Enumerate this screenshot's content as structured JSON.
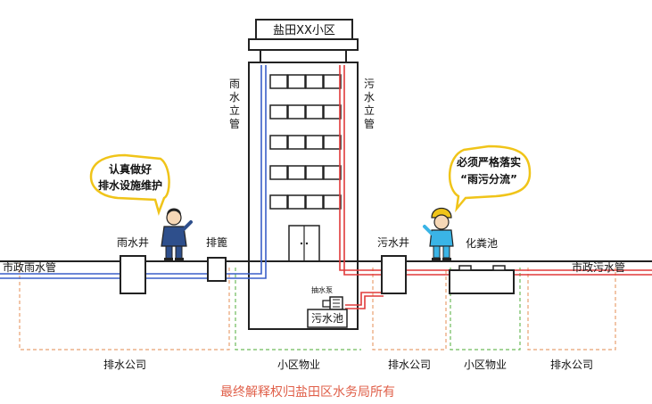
{
  "building": {
    "name": "盐田XX小区",
    "rain_riser_label": "雨水立管",
    "sewage_riser_label": "污水立管"
  },
  "facilities": {
    "rain_well": "雨水井",
    "grate": "排篦",
    "sewage_well": "污水井",
    "septic_tank": "化粪池",
    "pump": "抽水泵",
    "sewage_pool": "污水池"
  },
  "pipes": {
    "municipal_rain": "市政雨水管",
    "municipal_sewage": "市政污水管"
  },
  "bubbles": {
    "left": {
      "line1": "认真做好",
      "line2": "排水设施维护"
    },
    "right": {
      "line1": "必须严格落实",
      "line2": "“雨污分流”"
    }
  },
  "zones": [
    {
      "label": "排水公司"
    },
    {
      "label": "小区物业"
    },
    {
      "label": "排水公司"
    },
    {
      "label": "小区物业"
    },
    {
      "label": "排水公司"
    }
  ],
  "footer": "最终解释权归盐田区水务局所有",
  "colors": {
    "rain_pipe": "#3a5fc8",
    "sewage_pipe": "#e03a3a",
    "zone_company": "#e8a070",
    "zone_property": "#6dbb5a",
    "footer_text": "#e0604a",
    "bubble_border": "#f0c419"
  }
}
